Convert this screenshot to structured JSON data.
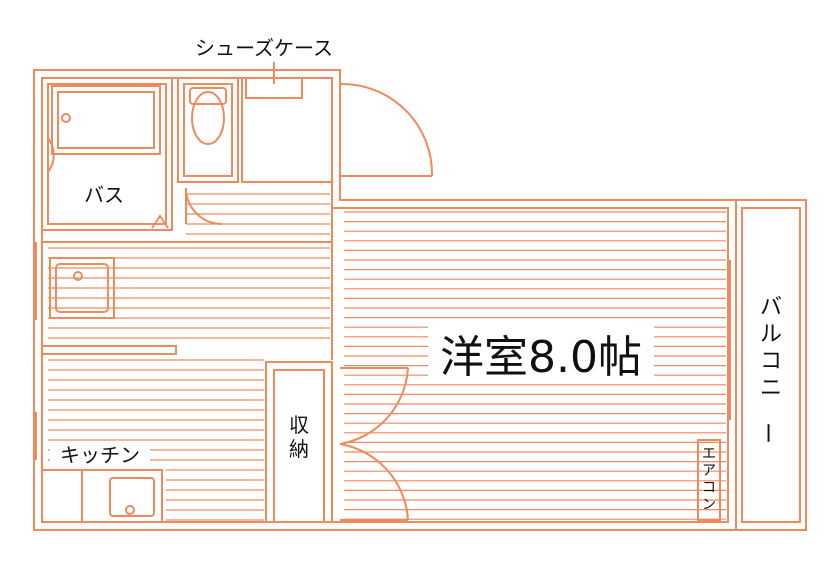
{
  "colors": {
    "wall": "#F08A5D",
    "floor_lines": "#F08A5D",
    "text": "#111111",
    "background": "#FFFFFF"
  },
  "labels": {
    "shoe_case": "シューズケース",
    "bath": "バス",
    "kitchen": "キッチン",
    "western_room": "洋室8.0帖",
    "storage": "収納",
    "balcony": "バルコニー",
    "aircon": "エアコン"
  }
}
